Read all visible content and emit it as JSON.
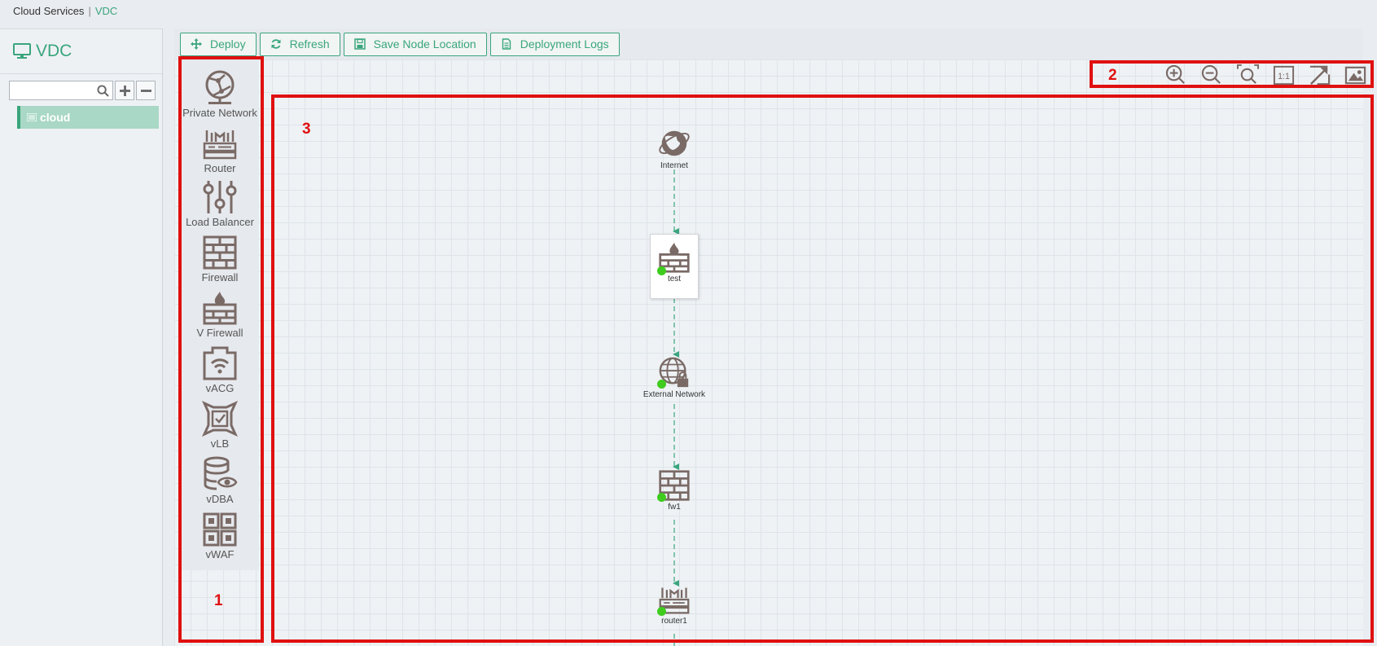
{
  "breadcrumb": {
    "root": "Cloud Services",
    "current": "VDC"
  },
  "left_panel": {
    "title": "VDC",
    "search": {
      "value": "",
      "placeholder": ""
    },
    "tree": [
      {
        "label": "cloud",
        "selected": true
      }
    ]
  },
  "toolbar": {
    "deploy": "Deploy",
    "refresh": "Refresh",
    "save_node_location": "Save Node Location",
    "deployment_logs": "Deployment Logs"
  },
  "palette": {
    "items": [
      {
        "label": "Private Network",
        "icon": "globe-network-icon"
      },
      {
        "label": "Router",
        "icon": "router-icon"
      },
      {
        "label": "Load Balancer",
        "icon": "load-balancer-icon"
      },
      {
        "label": "Firewall",
        "icon": "firewall-icon"
      },
      {
        "label": "V Firewall",
        "icon": "virtual-firewall-icon"
      },
      {
        "label": "vACG",
        "icon": "vacg-icon"
      },
      {
        "label": "vLB",
        "icon": "vlb-icon"
      },
      {
        "label": "vDBA",
        "icon": "vdba-icon"
      },
      {
        "label": "vWAF",
        "icon": "vwaf-icon"
      }
    ]
  },
  "zoom_tools": [
    "zoom-in-icon",
    "zoom-out-icon",
    "zoom-fit-icon",
    "actual-size-icon",
    "layout-icon",
    "export-image-icon"
  ],
  "annotations": [
    "1",
    "2",
    "3"
  ],
  "topology": {
    "nodes": [
      {
        "label": "Internet",
        "icon": "internet-globe-icon"
      },
      {
        "label": "test",
        "icon": "virtual-firewall-icon"
      },
      {
        "label": "External Network",
        "icon": "external-network-icon"
      },
      {
        "label": "fw1",
        "icon": "firewall-icon"
      },
      {
        "label": "router1",
        "icon": "router-icon"
      }
    ]
  },
  "colors": {
    "accent": "#3aa57d",
    "icon": "#7a6a66",
    "status": "#3fcc1f",
    "annotation": "#e01010"
  }
}
